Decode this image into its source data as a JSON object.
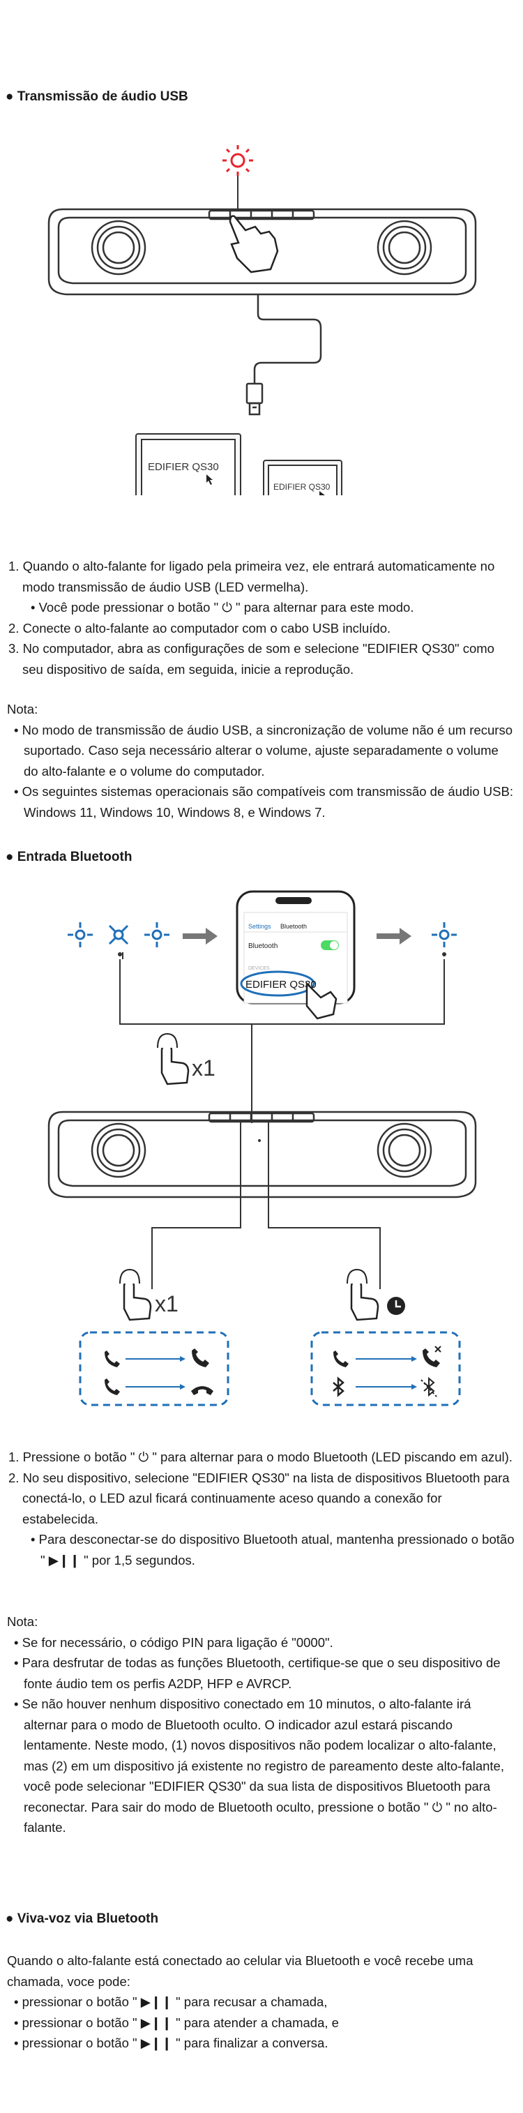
{
  "usb": {
    "heading": "● Transmissão de áudio USB",
    "monitor_label": "EDIFIER QS30",
    "laptop_label": "EDIFIER QS30",
    "steps": [
      "1. Quando o alto-falante for ligado pela primeira vez, ele entrará automaticamente no modo transmissão de áudio USB (LED vermelha).",
      "• Você pode pressionar o botão \" ⏻ \" para alternar para este modo.",
      "2. Conecte o alto-falante ao computador com o cabo USB incluído.",
      "3. No computador, abra as configurações de som e selecione \"EDIFIER QS30\" como seu dispositivo de saída, em seguida, inicie a reprodução."
    ],
    "note_title": "Nota:",
    "notes": [
      "• No modo de transmissão de áudio USB, a sincronização de volume não é um recurso suportado. Caso seja necessário alterar o volume, ajuste separadamente o volume do alto-falante e o volume do computador.",
      "• Os seguintes sistemas operacionais são compatíveis com transmissão de áudio USB: Windows 11, Windows 10, Windows 8, e Windows 7."
    ]
  },
  "bt": {
    "heading": "● Entrada Bluetooth",
    "phone": {
      "back": "Settings",
      "title": "Bluetooth",
      "row": "Bluetooth",
      "section": "DEVICES",
      "device": "EDIFIER QS30"
    },
    "press_x1_top": "x1",
    "press_x1_bottom": "x1",
    "steps": [
      "1. Pressione o botão \" ⏻ \" para alternar para o modo Bluetooth (LED piscando em azul).",
      "2. No seu dispositivo, selecione \"EDIFIER QS30\" na lista de dispositivos Bluetooth para conectá-lo, o LED azul ficará continuamente aceso quando a conexão for estabelecida.",
      "• Para desconectar-se do dispositivo Bluetooth atual, mantenha pressionado o botão \" ▶❙❙ \" por 1,5 segundos."
    ],
    "note_title": "Nota:",
    "notes": [
      "• Se for necessário, o código PIN para ligação é \"0000\".",
      "• Para desfrutar de todas as funções Bluetooth, certifique-se que o seu dispositivo de fonte áudio tem os perfis A2DP, HFP e AVRCP.",
      "• Se não houver nenhum dispositivo conectado em 10 minutos, o alto-falante irá alternar para o modo de Bluetooth oculto. O indicador azul estará piscando lentamente. Neste modo, (1) novos dispositivos não podem localizar o alto-falante, mas (2) em um dispositivo já existente no registro de pareamento deste alto-falante, você pode selecionar \"EDIFIER QS30\" da sua lista de dispositivos Bluetooth para reconectar. Para sair do modo de Bluetooth oculto, pressione o botão \" ⏻ \" no alto-falante."
    ]
  },
  "handsfree": {
    "heading": "● Viva-voz via Bluetooth",
    "intro": "Quando o alto-falante está conectado ao celular via Bluetooth e você recebe uma chamada, voce pode:",
    "items": [
      "• pressionar o botão \" ▶❙❙ \" para recusar a chamada,",
      "• pressionar o botão \" ▶❙❙ \" para atender a chamada, e",
      "• pressionar o botão \" ▶❙❙ \" para finalizar a conversa."
    ]
  },
  "colors": {
    "led_red": "#e8232a",
    "led_blue": "#1f6fb8",
    "line": "#333333"
  }
}
